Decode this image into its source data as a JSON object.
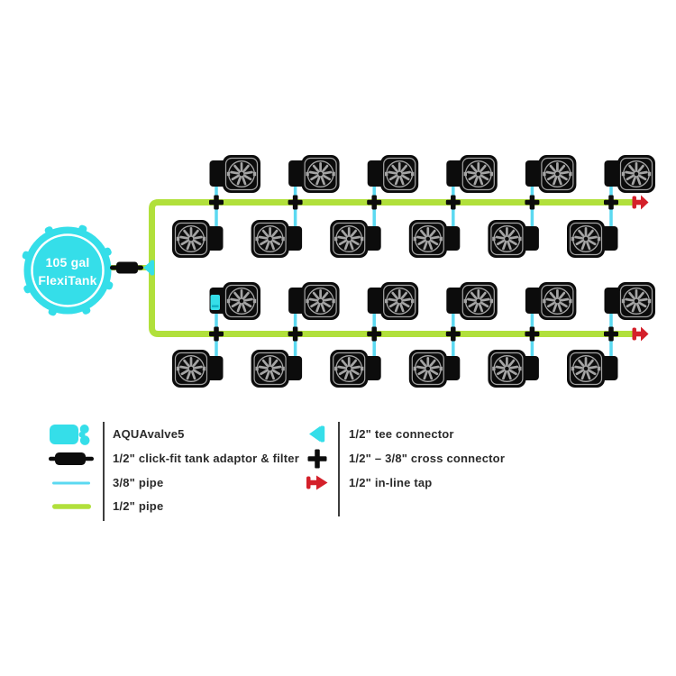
{
  "diagram": {
    "tank": {
      "label_line1": "105 gal",
      "label_line2": "FlexiTank"
    },
    "pot_count": 24,
    "pots_per_row": 6,
    "row_count": 4,
    "aquavalve_pot": {
      "run": 1,
      "col": 0
    }
  },
  "colors": {
    "teal": "#35DEE9",
    "pipe_cyan": "#5BD9F1",
    "pipe_green": "#B1E03B",
    "tap_red": "#D4202A",
    "black": "#0C0C0C",
    "pot_stroke": "#A5A5A5",
    "text": "#2B2B2B"
  },
  "legend": {
    "left": [
      {
        "icon": "aquavalve-icon",
        "label": "AQUAvalve5"
      },
      {
        "icon": "tank-adaptor-icon",
        "label": "1/2\" click-fit tank adaptor & filter"
      },
      {
        "icon": "pipe-3-8-icon",
        "label": "3/8\" pipe"
      },
      {
        "icon": "pipe-1-2-icon",
        "label": "1/2\" pipe"
      }
    ],
    "right": [
      {
        "icon": "tee-connector-icon",
        "label": "1/2\" tee connector"
      },
      {
        "icon": "cross-connector-icon",
        "label": "1/2\" – 3/8\" cross connector"
      },
      {
        "icon": "inline-tap-icon",
        "label": "1/2\" in-line tap"
      }
    ]
  }
}
